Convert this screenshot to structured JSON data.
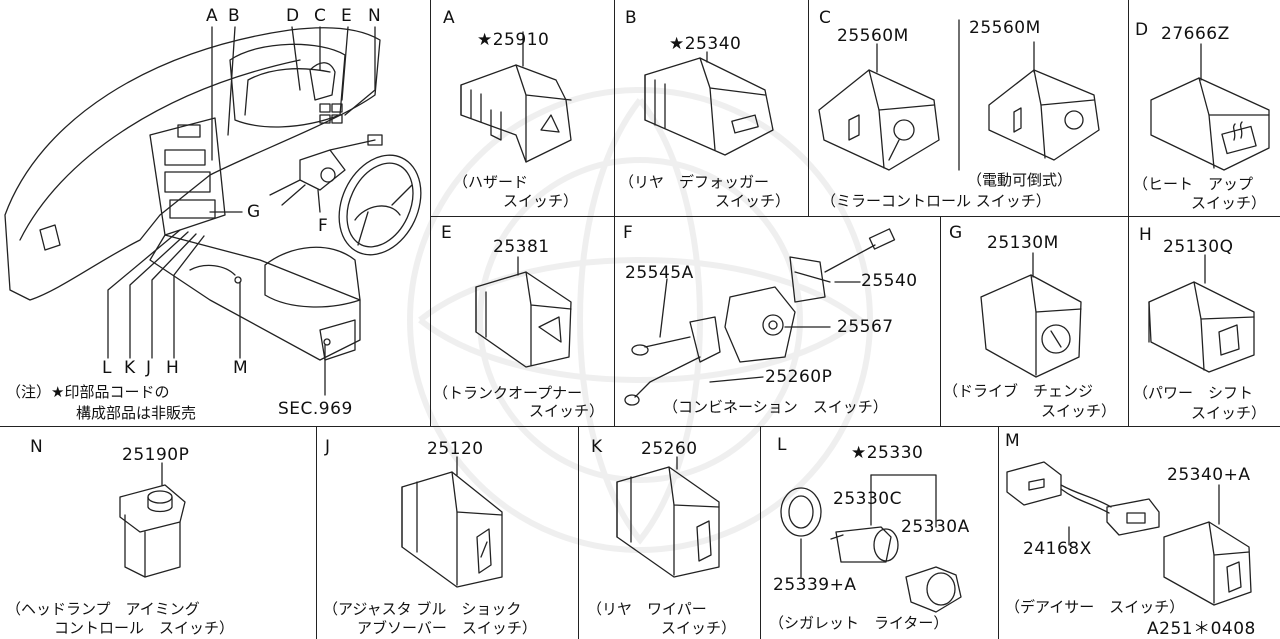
{
  "overview": {
    "callouts": [
      "A",
      "B",
      "D",
      "C",
      "E",
      "N",
      "G",
      "F",
      "L",
      "K",
      "J",
      "H",
      "M"
    ],
    "note_line1": "（注）★印部品コードの",
    "note_line2": "構成部品は非販売",
    "sec": "SEC.969"
  },
  "panels": {
    "A": {
      "letter": "A",
      "part": "★25910",
      "cap1": "（ハザード",
      "cap2": "スイッチ）"
    },
    "B": {
      "letter": "B",
      "part": "★25340",
      "cap1": "（リヤ　デフォッガー",
      "cap2": "スイッチ）"
    },
    "C": {
      "letter": "C",
      "part1": "25560M",
      "part2": "25560M",
      "cap_small": "（電動可倒式）",
      "cap": "（ミラーコントロール スイッチ）"
    },
    "D": {
      "letter": "D",
      "part": "27666Z",
      "cap1": "（ヒート　アップ",
      "cap2": "スイッチ）"
    },
    "E": {
      "letter": "E",
      "part": "25381",
      "cap1": "（トランクオープナー",
      "cap2": "スイッチ）"
    },
    "F": {
      "letter": "F",
      "part1": "25545A",
      "part2": "25540",
      "part3": "25567",
      "part4": "25260P",
      "cap": "（コンビネーション　スイッチ）"
    },
    "G": {
      "letter": "G",
      "part": "25130M",
      "cap1": "（ドライブ　チェンジ",
      "cap2": "スイッチ）"
    },
    "H": {
      "letter": "H",
      "part": "25130Q",
      "cap1": "（パワー　シフト",
      "cap2": "スイッチ）"
    },
    "N": {
      "letter": "N",
      "part": "25190P",
      "cap1": "（ヘッドランプ　アイミング",
      "cap2": "コントロール　スイッチ）"
    },
    "J": {
      "letter": "J",
      "part": "25120",
      "cap1": "（アジャスタ ブル　ショック",
      "cap2": "アブソーバー　スイッチ）"
    },
    "K": {
      "letter": "K",
      "part": "25260",
      "cap1": "（リヤ　ワイパー",
      "cap2": "スイッチ）"
    },
    "L": {
      "letter": "L",
      "part1": "★25330",
      "part2": "25330C",
      "part3": "25330A",
      "part4": "25339+A",
      "cap": "（シガレット　ライター）"
    },
    "M": {
      "letter": "M",
      "part1": "25340+A",
      "part2": "24168X",
      "cap": "（デアイサー　スイッチ）",
      "code": "A251＊0408"
    }
  }
}
